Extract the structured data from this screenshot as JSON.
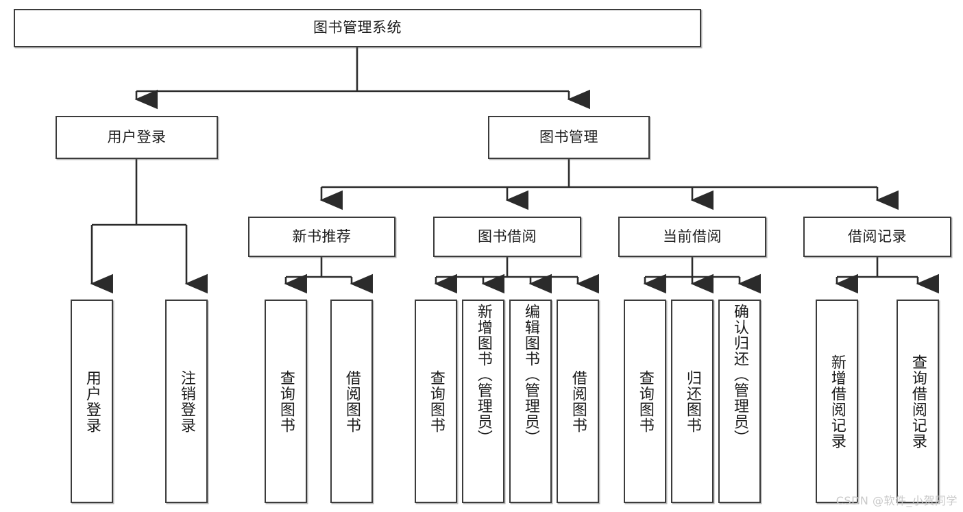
{
  "diagram": {
    "title": "图书管理系统",
    "type": "hierarchy-tree",
    "watermark": "CSDN @软件_小贺同学",
    "colors": {
      "box_border": "#3b3b3b",
      "box_fill": "#ffffff",
      "connector": "#2b2b2b",
      "text": "#1c1c1c",
      "watermark": "#c9c9c9"
    },
    "nodes": {
      "root": {
        "label": "图书管理系统",
        "level": 1
      },
      "user_login": {
        "label": "用户登录",
        "level": 2
      },
      "book_manage": {
        "label": "图书管理",
        "level": 2
      },
      "new_book_rec": {
        "label": "新书推荐",
        "level": 3
      },
      "book_borrow": {
        "label": "图书借阅",
        "level": 3
      },
      "current_borrow": {
        "label": "当前借阅",
        "level": 3
      },
      "borrow_record": {
        "label": "借阅记录",
        "level": 3
      },
      "leaf_user_login": {
        "label": "用户登录",
        "level": 4
      },
      "leaf_logout_login": {
        "label": "注销登录",
        "level": 4
      },
      "leaf_query_book_1": {
        "label": "查询图书",
        "level": 4
      },
      "leaf_borrow_book_1": {
        "label": "借阅图书",
        "level": 4
      },
      "leaf_query_book_2": {
        "label": "查询图书",
        "level": 4
      },
      "leaf_add_book": {
        "label": "新增图书（管理员）",
        "level": 4
      },
      "leaf_edit_book": {
        "label": "编辑图书（管理员）",
        "level": 4
      },
      "leaf_borrow_book_2": {
        "label": "借阅图书",
        "level": 4
      },
      "leaf_query_book_3": {
        "label": "查询图书",
        "level": 4
      },
      "leaf_return_book": {
        "label": "归还图书",
        "level": 4
      },
      "leaf_confirm_return": {
        "label": "确认归还（管理员）",
        "level": 4
      },
      "leaf_add_record": {
        "label": "新增借阅记录",
        "level": 4
      },
      "leaf_query_record": {
        "label": "查询借阅记录",
        "level": 4
      }
    }
  }
}
